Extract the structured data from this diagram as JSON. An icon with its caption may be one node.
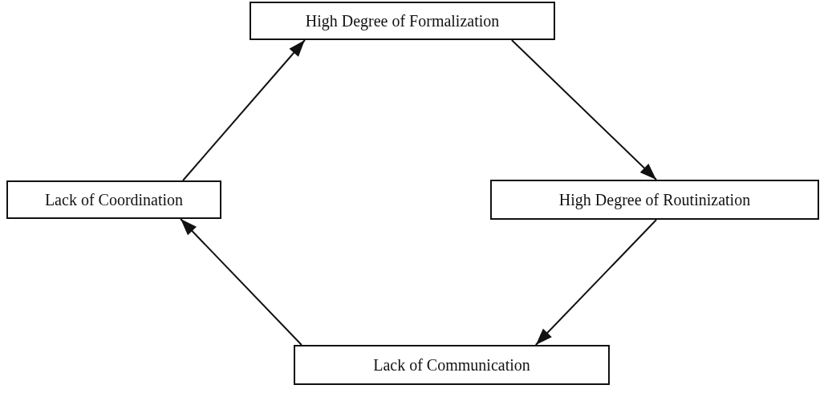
{
  "diagram": {
    "nodes": [
      {
        "text": [
          "High Degree of Formalization"
        ]
      },
      {
        "text": [
          "Lack of Coordination"
        ]
      },
      {
        "text": [
          "High Degree of Routinization"
        ]
      },
      {
        "text": [
          "Lack of Communication"
        ]
      }
    ],
    "edges": [
      {
        "from": 1,
        "to": 0,
        "arrow": "to"
      },
      {
        "from": 0,
        "to": 2,
        "arrow": "to"
      },
      {
        "from": 2,
        "to": 3,
        "arrow": "to"
      },
      {
        "from": 3,
        "to": 1,
        "arrow": "to"
      }
    ]
  }
}
